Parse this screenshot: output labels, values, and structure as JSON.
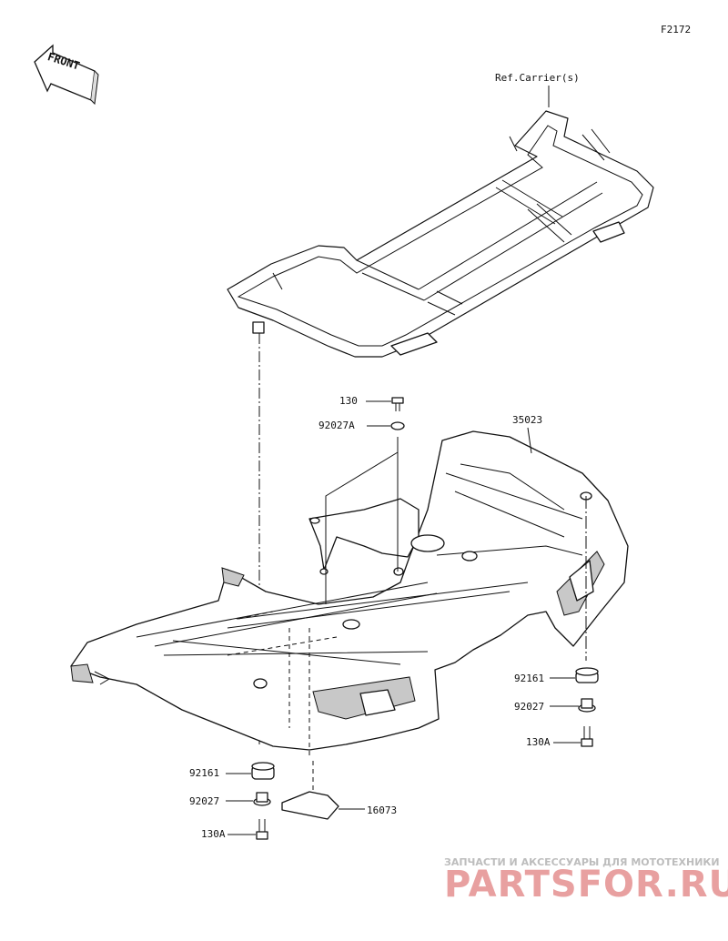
{
  "figure_id": "F2172",
  "front_marker": "FRONT",
  "reference_label": "Ref.Carrier(s)",
  "callouts": {
    "cover": "35023",
    "bolt_top": "130",
    "washer_top": "92027A",
    "grommet_right": "92161",
    "collar_right": "92027",
    "bolt_right": "130A",
    "grommet_left": "92161",
    "collar_left": "92027",
    "bolt_left": "130A",
    "plate": "16073"
  },
  "watermark": {
    "line1": "ЗАПЧАСТИ И АКСЕССУАРЫ ДЛЯ МОТОТЕХНИКИ",
    "line2": "PARTSFOR.RU"
  }
}
